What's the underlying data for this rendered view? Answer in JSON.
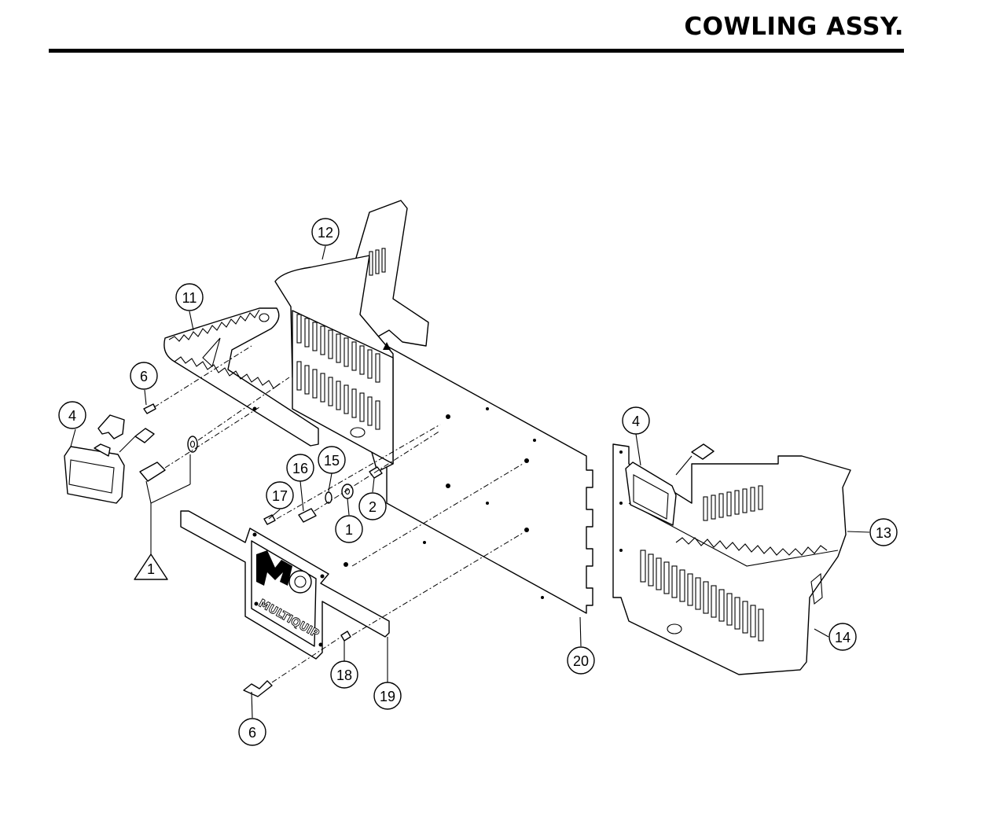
{
  "title": "COWLING ASSY.",
  "logo": {
    "wordmark": "MULTIQUIP"
  },
  "callouts": [
    {
      "id": "c11",
      "label": "11"
    },
    {
      "id": "c12",
      "label": "12"
    },
    {
      "id": "c6a",
      "label": "6"
    },
    {
      "id": "c4a",
      "label": "4"
    },
    {
      "id": "c17",
      "label": "17"
    },
    {
      "id": "c16",
      "label": "16"
    },
    {
      "id": "c15",
      "label": "15"
    },
    {
      "id": "c2",
      "label": "2"
    },
    {
      "id": "c1",
      "label": "1"
    },
    {
      "id": "c4b",
      "label": "4"
    },
    {
      "id": "c13",
      "label": "13"
    },
    {
      "id": "c14",
      "label": "14"
    },
    {
      "id": "c20",
      "label": "20"
    },
    {
      "id": "c18",
      "label": "18"
    },
    {
      "id": "c19",
      "label": "19"
    },
    {
      "id": "c6b",
      "label": "6"
    }
  ],
  "note_triangle": {
    "label": "1"
  }
}
